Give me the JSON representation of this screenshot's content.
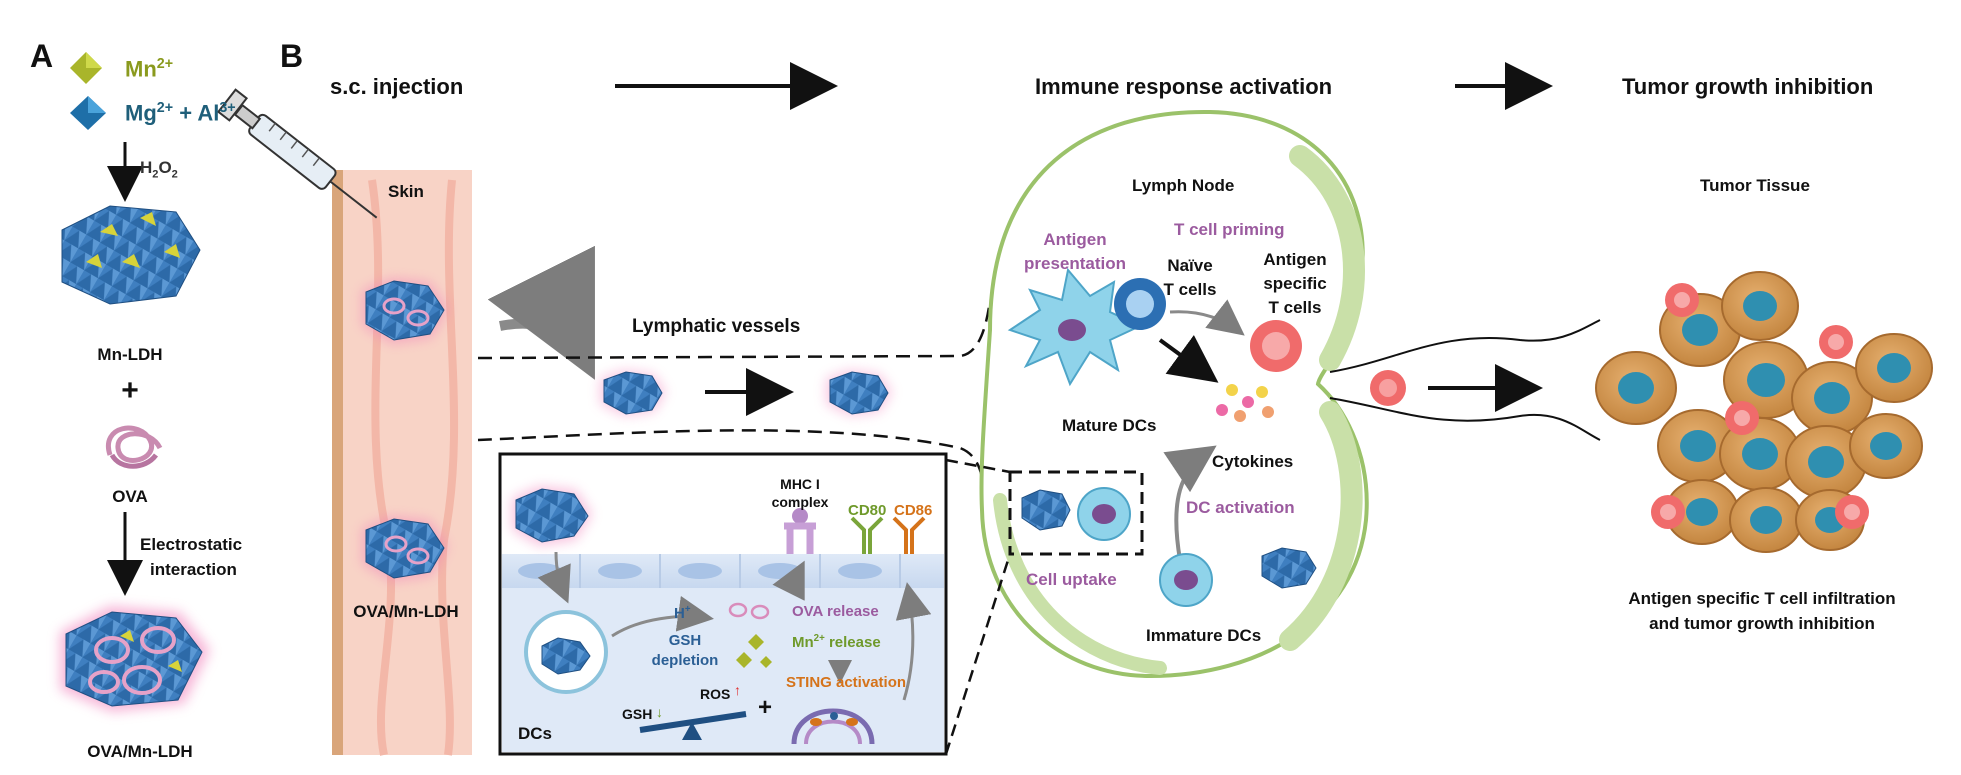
{
  "panel_a": {
    "letter": "A",
    "mn_label": "Mn",
    "mn_charge": "2+",
    "mgal_label_mg": "Mg",
    "mgal_charge_mg": "2+",
    "mgal_plus": " + Al",
    "mgal_charge_al": "3+",
    "h2o2_h": "H",
    "h2o2_sub1": "2",
    "h2o2_o": "O",
    "h2o2_sub2": "2",
    "mn_ldh": "Mn-LDH",
    "plus": "+",
    "ova": "OVA",
    "electrostatic": "Electrostatic",
    "interaction": "interaction",
    "ova_mn_ldh": "OVA/Mn-LDH"
  },
  "panel_b": {
    "letter": "B",
    "sc_injection": "s.c. injection",
    "immune_activation": "Immune response activation",
    "tumor_inhibition": "Tumor growth inhibition",
    "skin": "Skin",
    "ova_mn_ldh": "OVA/Mn-LDH",
    "lymphatic_vessels": "Lymphatic vessels",
    "lymph_node": "Lymph Node",
    "antigen_presentation_1": "Antigen",
    "antigen_presentation_2": "presentation",
    "t_cell_priming": "T cell priming",
    "naive_1": "Naïve",
    "naive_2": "T cells",
    "antigen_specific_1": "Antigen",
    "antigen_specific_2": "specific",
    "antigen_specific_3": "T cells",
    "mature_dcs": "Mature DCs",
    "cytokines": "Cytokines",
    "dc_activation": "DC activation",
    "cell_uptake": "Cell uptake",
    "immature_dcs": "Immature DCs",
    "tumor_tissue": "Tumor Tissue",
    "infiltration_1": "Antigen specific T cell infiltration",
    "infiltration_2": "and tumor growth inhibition"
  },
  "inset": {
    "mhc_1": "MHC I",
    "mhc_2": "complex",
    "cd80": "CD80",
    "cd86": "CD86",
    "h_plus": "H",
    "h_charge": "+",
    "gsh_1": "GSH",
    "gsh_2": "depletion",
    "ova_release": "OVA release",
    "mn_release": "Mn",
    "mn_release_charge": "2+",
    "mn_release_tail": " release",
    "sting": "STING activation",
    "gsh": "GSH",
    "ros": "ROS",
    "plus": "+",
    "dcs": "DCs"
  },
  "colors": {
    "skin": "#f8d3c6",
    "ldh_blue": "#3f7fc0",
    "ldh_yellow": "#d7d33a",
    "lymph_green": "#c9e0a8",
    "tumor_brown": "#d69a55",
    "t_cell_red": "#f06b6b",
    "dc_cyan": "#7fd0e6",
    "label_purple": "#9b5b9f"
  }
}
